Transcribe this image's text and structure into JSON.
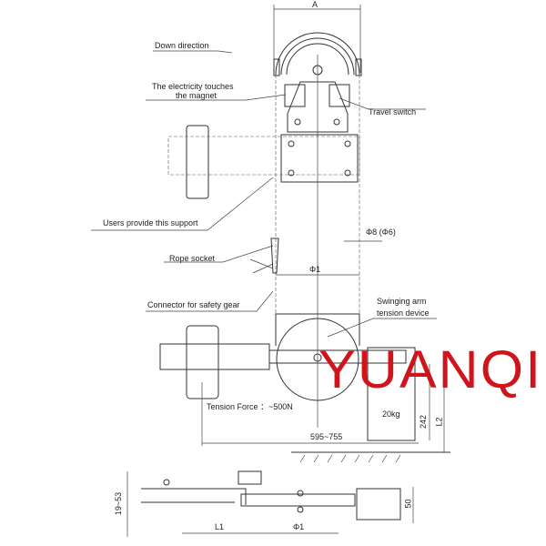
{
  "labels": {
    "dim_a": "A",
    "down_direction": "Down direction",
    "electricity_line1": "The electricity touches",
    "electricity_line2": "the magnet",
    "travel_switch": "Travel switch",
    "users_support": "Users provide this support",
    "rope_diameter": "Φ8 (Φ6)",
    "rope_socket": "Rope socket",
    "phi1_top": "Φ1",
    "connector": "Connector for safety gear",
    "swing_line1": "Swinging arm",
    "swing_line2": "tension device",
    "tension_force": "Tension Force ：~500N",
    "weight": "20kg",
    "dim_242": "242",
    "dim_l2": "L2",
    "dim_range": "595~755",
    "dim_19_53": "19~53",
    "dim_l1": "L1",
    "phi1_bottom": "Φ1",
    "dim_50": "50"
  },
  "watermark": "YUANQI",
  "colors": {
    "watermark": "#d0141b",
    "lines": "#333333"
  }
}
